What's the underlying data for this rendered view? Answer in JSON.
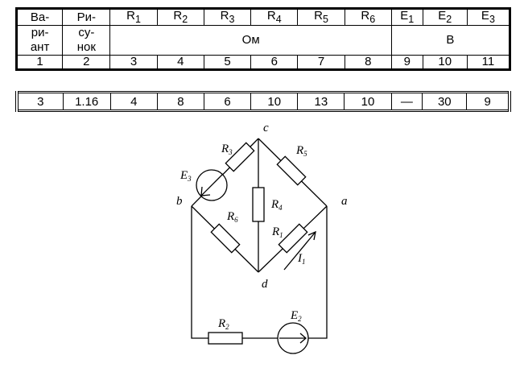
{
  "header": {
    "row1": [
      "Ва-",
      "Ри-",
      "R1",
      "R2",
      "R3",
      "R4",
      "R5",
      "R6",
      "E1",
      "E2",
      "E3"
    ],
    "row2": [
      "ри-",
      "су-"
    ],
    "row3": [
      "ант",
      "нок"
    ],
    "unit_ohm": "Ом",
    "unit_volt": "В",
    "numbers": [
      "1",
      "2",
      "3",
      "4",
      "5",
      "6",
      "7",
      "8",
      "9",
      "10",
      "11"
    ]
  },
  "data_row": [
    "3",
    "1.16",
    "4",
    "8",
    "6",
    "10",
    "13",
    "10",
    "—",
    "30",
    "9"
  ],
  "circuit": {
    "node_c": "c",
    "node_a": "a",
    "node_b": "b",
    "node_d": "d",
    "R1": "R1",
    "R2": "R2",
    "R3": "R3",
    "R4": "R4",
    "R5": "R5",
    "R6": "R6",
    "E2": "E2",
    "E3": "E3",
    "I1": "I1"
  }
}
